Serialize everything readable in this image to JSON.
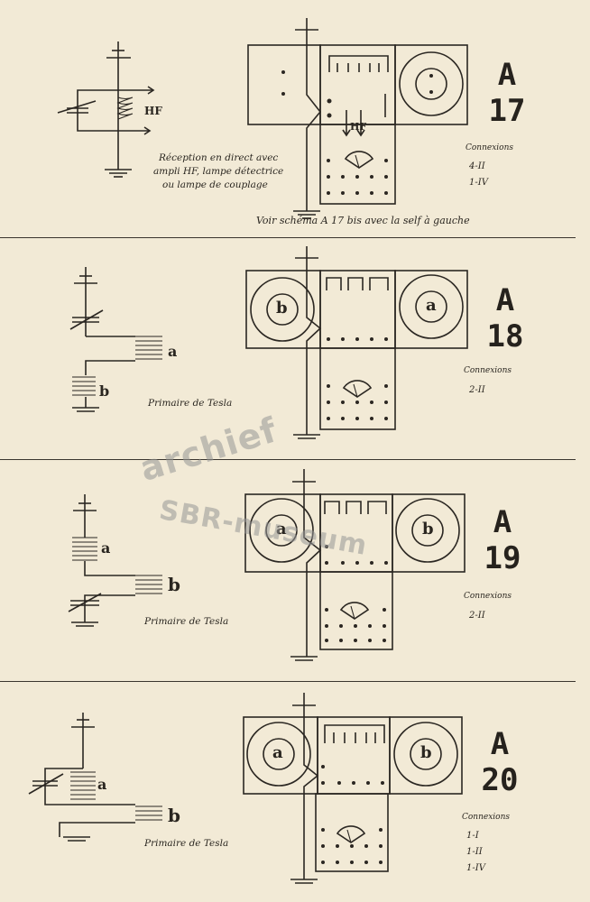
{
  "watermark": {
    "line1": "archief",
    "line2": "SBR-museum"
  },
  "sections": [
    {
      "code_letter": "A",
      "code_number": "17",
      "hf_label": "HF",
      "hf_arrow_label": "HF",
      "description": [
        "Réception en direct avec",
        "ampli HF, lampe détectrice",
        "ou lampe de couplage"
      ],
      "connexions_title": "Connexions",
      "connexions": [
        "4-II",
        "1-IV"
      ],
      "note": "Voir schéma A 17 bis avec la self à gauche"
    },
    {
      "code_letter": "A",
      "code_number": "18",
      "coil_a": "a",
      "coil_b": "b",
      "knob_left": "b",
      "knob_right": "a",
      "caption": "Primaire de Tesla",
      "connexions_title": "Connexions",
      "connexions": [
        "2-II"
      ]
    },
    {
      "code_letter": "A",
      "code_number": "19",
      "coil_a": "a",
      "coil_b": "b",
      "knob_left": "a",
      "knob_right": "b",
      "caption": "Primaire de Tesla",
      "connexions_title": "Connexions",
      "connexions": [
        "2-II"
      ]
    },
    {
      "code_letter": "A",
      "code_number": "20",
      "coil_a": "a",
      "coil_b": "b",
      "knob_left": "a",
      "knob_right": "b",
      "caption": "Primaire de Tesla",
      "connexions_title": "Connexions",
      "connexions": [
        "1-I",
        "1-II",
        "1-IV"
      ]
    }
  ]
}
